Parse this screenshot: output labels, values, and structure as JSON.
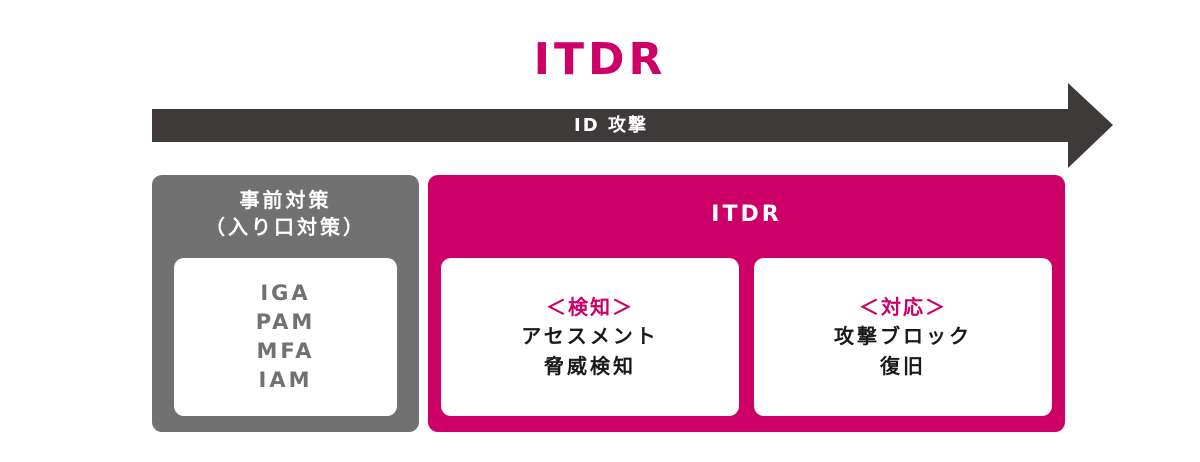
{
  "title": "ITDR",
  "arrow": {
    "label": "ID 攻撃",
    "color": "#3e3a39"
  },
  "pre_measures": {
    "heading_line1": "事前対策",
    "heading_line2": "（入り口対策）",
    "color": "#727171",
    "items": [
      "IGA",
      "PAM",
      "MFA",
      "IAM"
    ]
  },
  "itdr": {
    "heading": "ITDR",
    "color": "#cc0066",
    "panels": [
      {
        "title": "＜検知＞",
        "lines": [
          "アセスメント",
          "脅威検知"
        ]
      },
      {
        "title": "＜対応＞",
        "lines": [
          "攻撃ブロック",
          "復旧"
        ]
      }
    ]
  }
}
